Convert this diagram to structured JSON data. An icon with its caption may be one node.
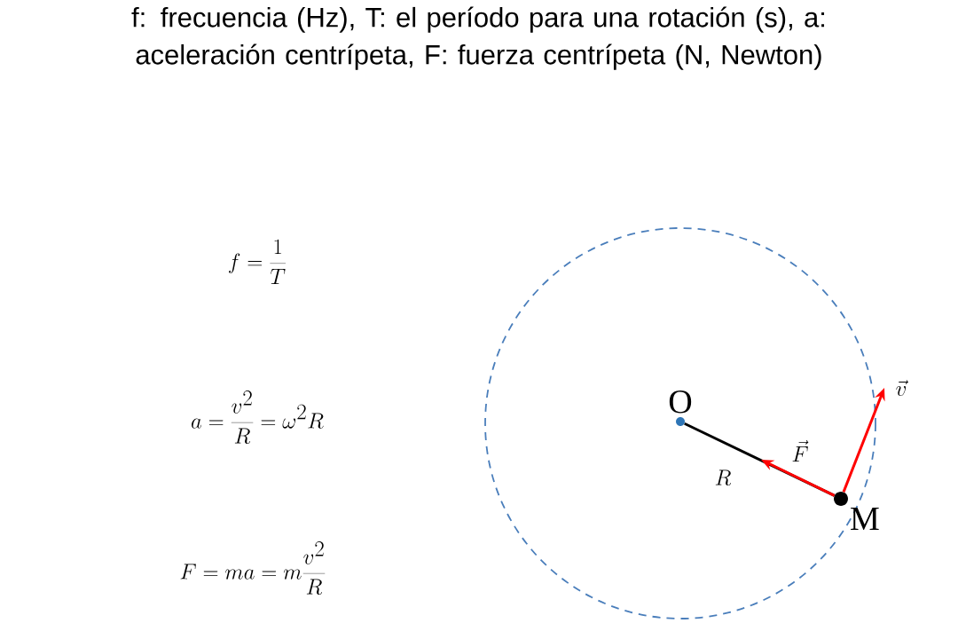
{
  "diagram": {
    "title": "f: frecuencia (Hz), T: el período para una rotación (s), a: aceleración centrípeta, F: fuerza centrípeta (N, Newton)",
    "nodes": [
      {
        "text": [
          "O"
        ]
      },
      {
        "text": [
          "M"
        ]
      }
    ],
    "edges": [
      {
        "from": 0,
        "to": 1,
        "arrow": "none",
        "label": "R",
        "color": "#000000"
      },
      {
        "from": 1,
        "to": null,
        "arrow": "to",
        "label": "\\vec{F}"
      },
      {
        "from": 1,
        "to": null,
        "arrow": "to",
        "label": "\\vec{v}"
      }
    ],
    "labels": [
      "f = \\frac{1}{T}",
      "a = \\frac{v^2}{R} = \\omega^2 R",
      "F = ma = m\\frac{v^2}{R}"
    ]
  }
}
